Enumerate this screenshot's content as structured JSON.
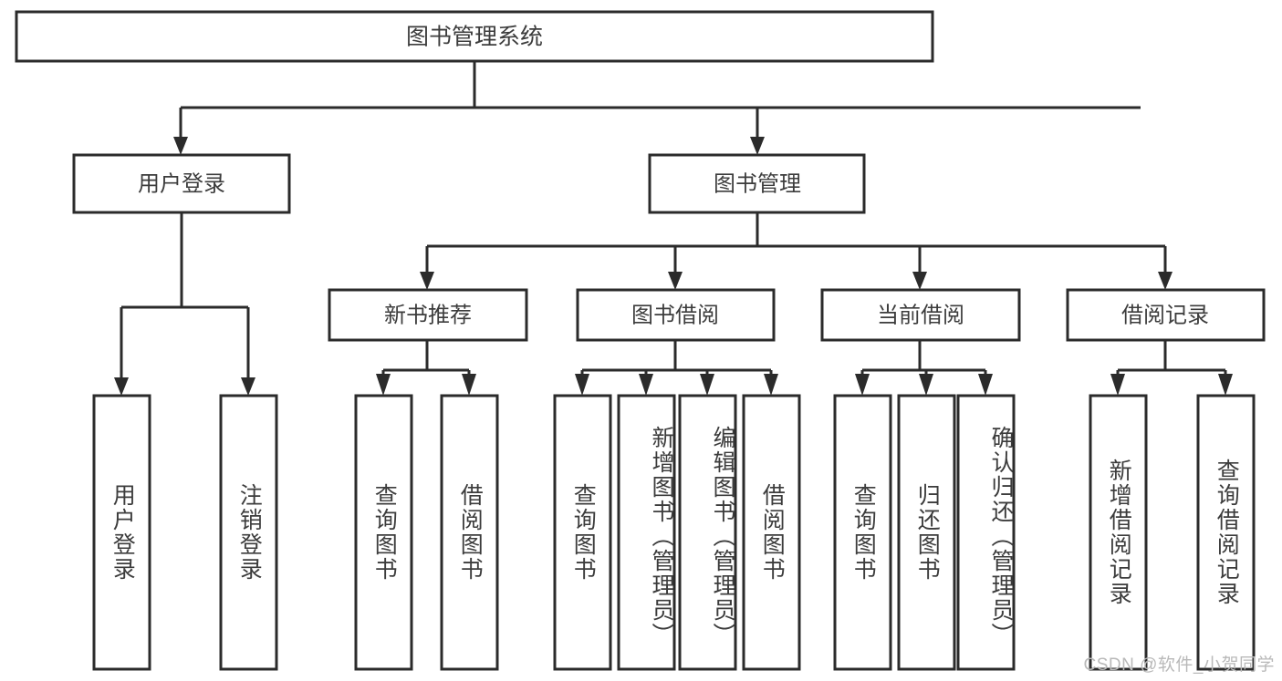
{
  "diagram": {
    "type": "tree",
    "title": "图书管理系统",
    "watermark": "CSDN @软件_小贺同学",
    "colors": {
      "stroke": "#2b2b2b",
      "fill": "#ffffff",
      "text": "#3c3c3c",
      "watermark": "#b9b9b9",
      "background": "#ffffff"
    },
    "root": {
      "label": "图书管理系统"
    },
    "level2": [
      {
        "label": "用户登录"
      },
      {
        "label": "图书管理"
      }
    ],
    "level3": [
      {
        "label": "新书推荐"
      },
      {
        "label": "图书借阅"
      },
      {
        "label": "当前借阅"
      },
      {
        "label": "借阅记录"
      }
    ],
    "leaves": [
      {
        "label": "用户登录",
        "parent": "用户登录"
      },
      {
        "label": "注销登录",
        "parent": "用户登录"
      },
      {
        "label": "查询图书",
        "parent": "新书推荐"
      },
      {
        "label": "借阅图书",
        "parent": "新书推荐"
      },
      {
        "label": "查询图书",
        "parent": "图书借阅"
      },
      {
        "label": "新增图书（管理员）",
        "parent": "图书借阅"
      },
      {
        "label": "编辑图书（管理员）",
        "parent": "图书借阅"
      },
      {
        "label": "借阅图书",
        "parent": "图书借阅"
      },
      {
        "label": "查询图书",
        "parent": "当前借阅"
      },
      {
        "label": "归还图书",
        "parent": "当前借阅"
      },
      {
        "label": "确认归还（管理员）",
        "parent": "当前借阅"
      },
      {
        "label": "新增借阅记录",
        "parent": "借阅记录"
      },
      {
        "label": "查询借阅记录",
        "parent": "借阅记录"
      }
    ]
  }
}
